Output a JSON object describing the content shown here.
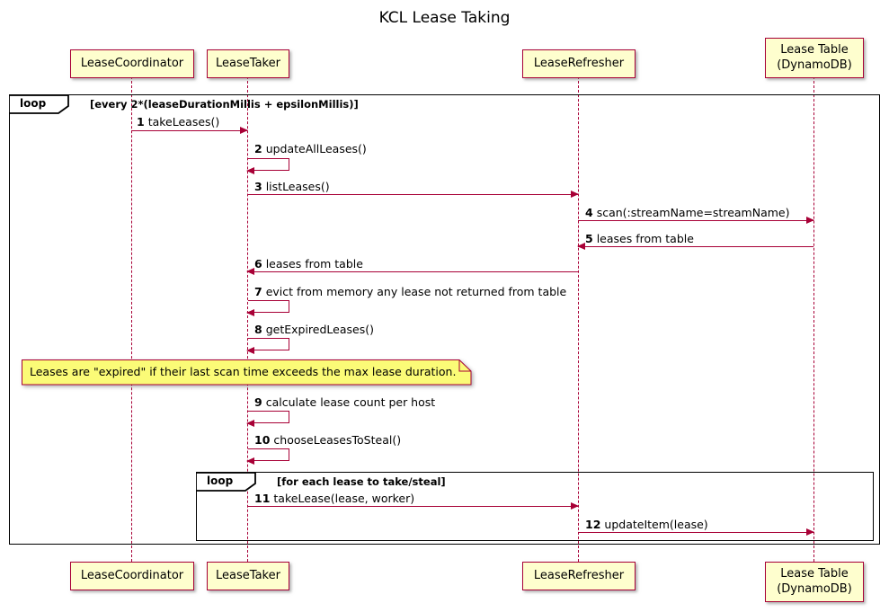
{
  "title": "KCL Lease Taking",
  "colors": {
    "participant_fill": "#FEFECE",
    "participant_border": "#A80036",
    "arrow": "#A80036",
    "lifeline": "#A80036",
    "note_fill": "#FBFB77",
    "frame_border": "#000000"
  },
  "participants": [
    {
      "name": "LeaseCoordinator"
    },
    {
      "name": "LeaseTaker"
    },
    {
      "name": "LeaseRefresher"
    },
    {
      "name": "Lease Table\n(DynamoDB)"
    }
  ],
  "loops": [
    {
      "keyword": "loop",
      "condition": "[every 2*(leaseDurationMillis + epsilonMillis)]"
    },
    {
      "keyword": "loop",
      "condition": "[for each lease to take/steal]"
    }
  ],
  "note": {
    "text": "Leases are \"expired\" if their last scan time exceeds the max lease duration."
  },
  "messages": [
    {
      "num": "1",
      "text": "takeLeases()"
    },
    {
      "num": "2",
      "text": "updateAllLeases()"
    },
    {
      "num": "3",
      "text": "listLeases()"
    },
    {
      "num": "4",
      "text": "scan(:streamName=streamName)"
    },
    {
      "num": "5",
      "text": "leases from table"
    },
    {
      "num": "6",
      "text": "leases from table"
    },
    {
      "num": "7",
      "text": "evict from memory any lease not returned from table"
    },
    {
      "num": "8",
      "text": "getExpiredLeases()"
    },
    {
      "num": "9",
      "text": "calculate lease count per host"
    },
    {
      "num": "10",
      "text": "chooseLeasesToSteal()"
    },
    {
      "num": "11",
      "text": "takeLease(lease, worker)"
    },
    {
      "num": "12",
      "text": "updateItem(lease)"
    }
  ]
}
